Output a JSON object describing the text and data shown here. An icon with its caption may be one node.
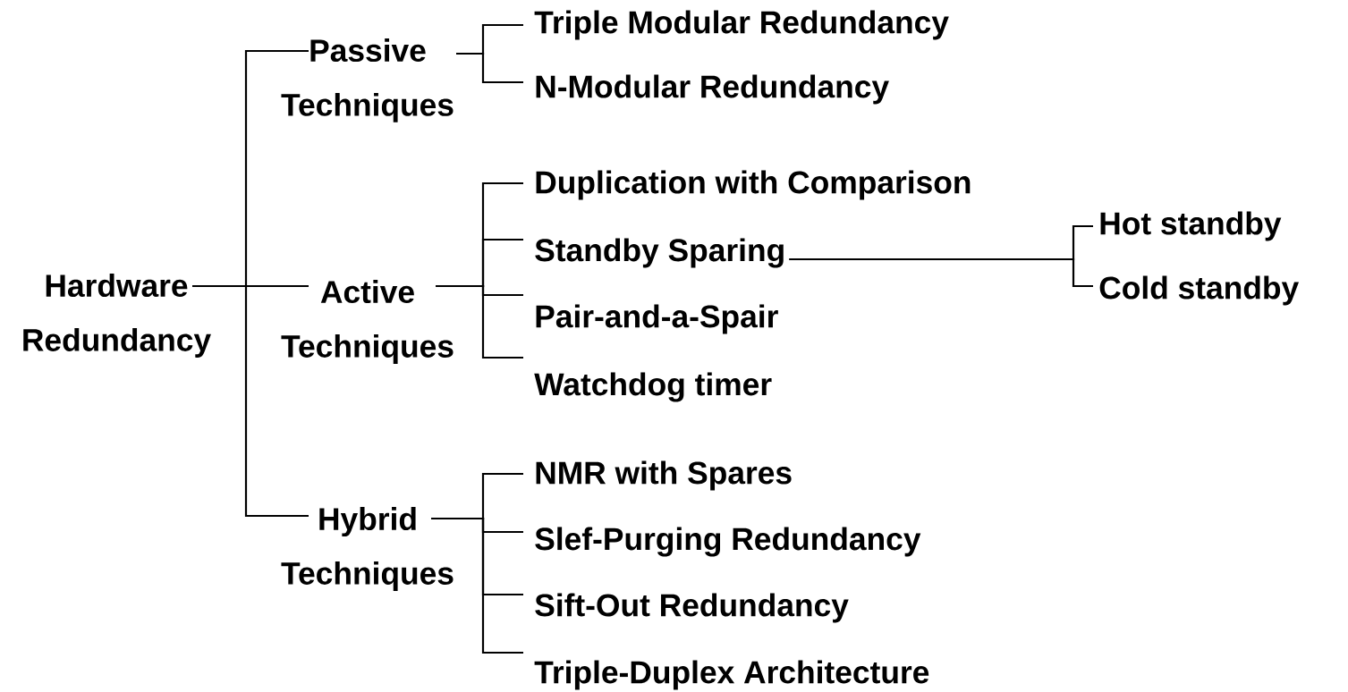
{
  "diagram": {
    "nodes": [
      {
        "text": [
          "Hardware Redundancy"
        ]
      },
      {
        "text": [
          "Passive Techniques"
        ]
      },
      {
        "text": [
          "Active Techniques"
        ]
      },
      {
        "text": [
          "Hybrid Techniques"
        ]
      },
      {
        "text": [
          "Triple Modular Redundancy"
        ]
      },
      {
        "text": [
          "N-Modular Redundancy"
        ]
      },
      {
        "text": [
          "Duplication with Comparison"
        ]
      },
      {
        "text": [
          "Standby Sparing"
        ]
      },
      {
        "text": [
          "Pair-and-a-Spair"
        ]
      },
      {
        "text": [
          "Watchdog timer"
        ]
      },
      {
        "text": [
          "NMR with Spares"
        ]
      },
      {
        "text": [
          "Slef-Purging Redundancy"
        ]
      },
      {
        "text": [
          "Sift-Out Redundancy"
        ]
      },
      {
        "text": [
          "Triple-Duplex Architecture"
        ]
      },
      {
        "text": [
          "Hot standby"
        ]
      },
      {
        "text": [
          "Cold standby"
        ]
      }
    ],
    "edges": [
      {
        "from": 0,
        "to": 1,
        "arrow": "none"
      },
      {
        "from": 0,
        "to": 2,
        "arrow": "none"
      },
      {
        "from": 0,
        "to": 3,
        "arrow": "none"
      },
      {
        "from": 1,
        "to": 4,
        "arrow": "none"
      },
      {
        "from": 1,
        "to": 5,
        "arrow": "none"
      },
      {
        "from": 2,
        "to": 6,
        "arrow": "none"
      },
      {
        "from": 2,
        "to": 7,
        "arrow": "none"
      },
      {
        "from": 2,
        "to": 8,
        "arrow": "none"
      },
      {
        "from": 2,
        "to": 9,
        "arrow": "none"
      },
      {
        "from": 3,
        "to": 10,
        "arrow": "none"
      },
      {
        "from": 3,
        "to": 11,
        "arrow": "none"
      },
      {
        "from": 3,
        "to": 12,
        "arrow": "none"
      },
      {
        "from": 3,
        "to": 13,
        "arrow": "none"
      },
      {
        "from": 7,
        "to": 14,
        "arrow": "none"
      },
      {
        "from": 7,
        "to": 15,
        "arrow": "none"
      }
    ]
  }
}
